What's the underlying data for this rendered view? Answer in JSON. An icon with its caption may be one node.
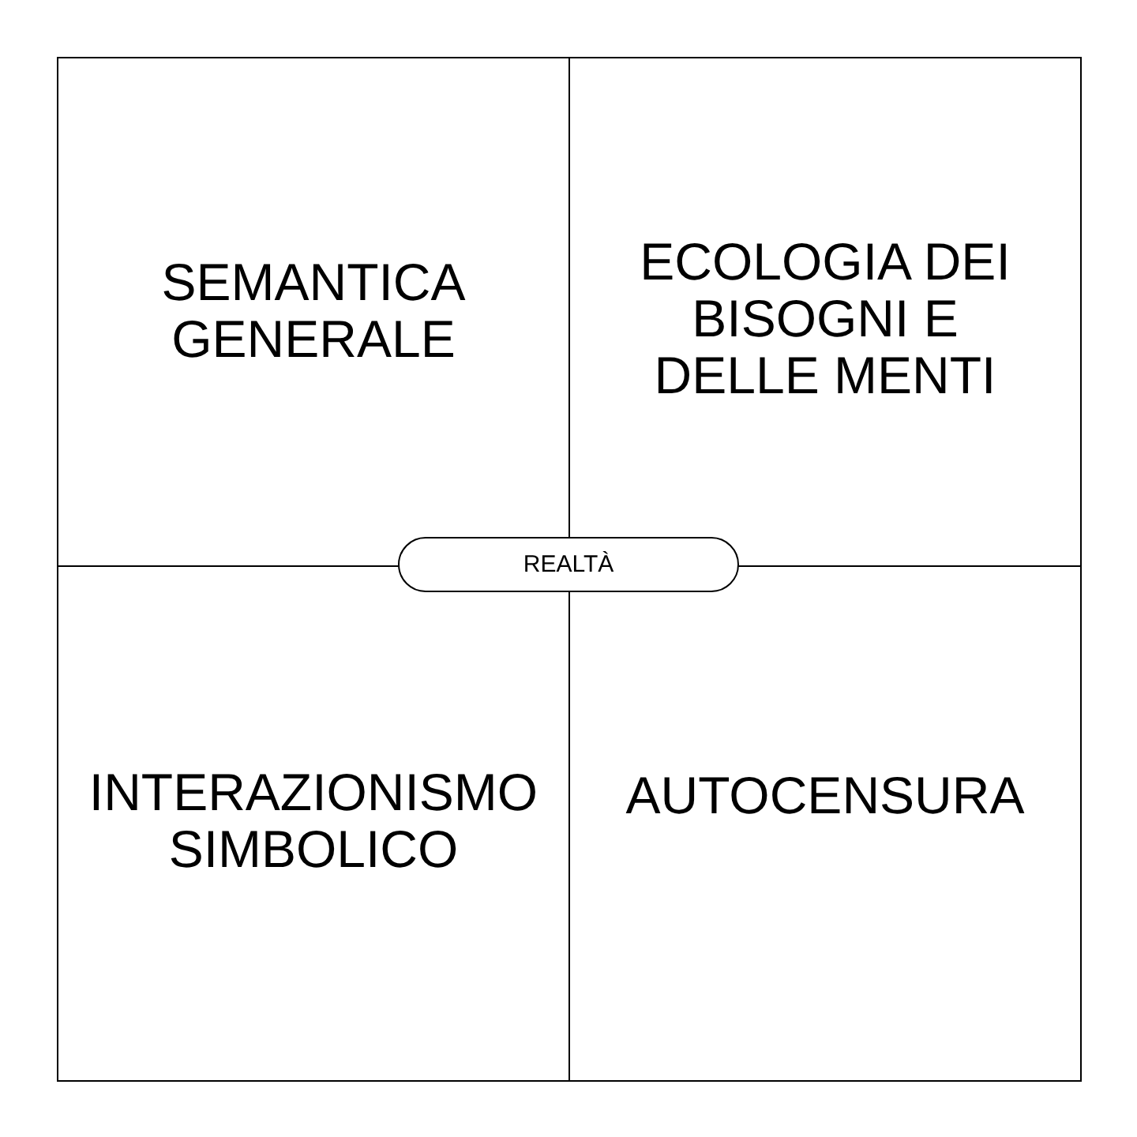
{
  "diagram": {
    "nodes": [
      {
        "text": [
          "SEMANTICA GENERALE"
        ]
      },
      {
        "text": [
          "ECOLOGIA DEI BISOGNI E DELLE MENTI"
        ]
      },
      {
        "text": [
          "INTERAZIONISMO SIMBOLICO"
        ]
      },
      {
        "text": [
          "AUTOCENSURA"
        ]
      },
      {
        "text": [
          "REALTÀ"
        ]
      }
    ]
  }
}
